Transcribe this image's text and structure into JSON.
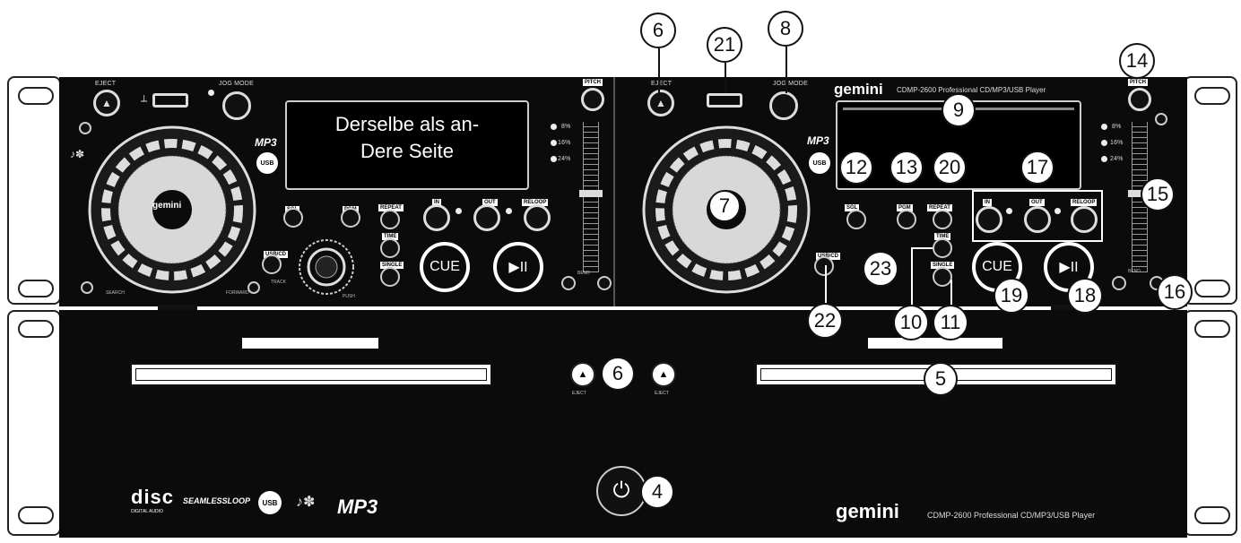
{
  "panel_note": [
    "Derselbe als an-",
    "Dere Seite"
  ],
  "brand": "gemini",
  "model_line": "CDMP-2600 Professional CD/MP3/USB Player",
  "formats": {
    "mp3": "MP3",
    "usb": "USB",
    "seamless": "SEAMLESSLOOP",
    "disc": "disc",
    "disc_sub": "DIGITAL AUDIO"
  },
  "deck": {
    "eject_label": "EJECT",
    "jog_mode_label": "JOG MODE",
    "pitch_label": "PITCH",
    "pitch_ranges": [
      "8%",
      "16%",
      "24%"
    ],
    "sgl_label": "SGL",
    "pgm_label": "PGM",
    "repeat_label": "REPEAT",
    "time_label": "TIME",
    "single_label": "SINGLE",
    "usbcd_label": "USB/CD",
    "in_label": "IN",
    "out_label": "OUT",
    "reloop_label": "RELOOP",
    "cue_label": "CUE",
    "play_label": "▶II",
    "bend_label": "BEND",
    "track_label": "TRACK",
    "push_label": "PUSH",
    "search_label": "SEARCH",
    "forward_label": "FORWARD"
  },
  "lower": {
    "left_eject_label": "EJECT",
    "right_eject_label": "EJECT"
  },
  "callouts": [
    "6",
    "21",
    "8",
    "14",
    "9",
    "12",
    "13",
    "20",
    "17",
    "15",
    "7",
    "23",
    "19",
    "18",
    "16",
    "22",
    "10",
    "11",
    "6",
    "5",
    "4"
  ]
}
